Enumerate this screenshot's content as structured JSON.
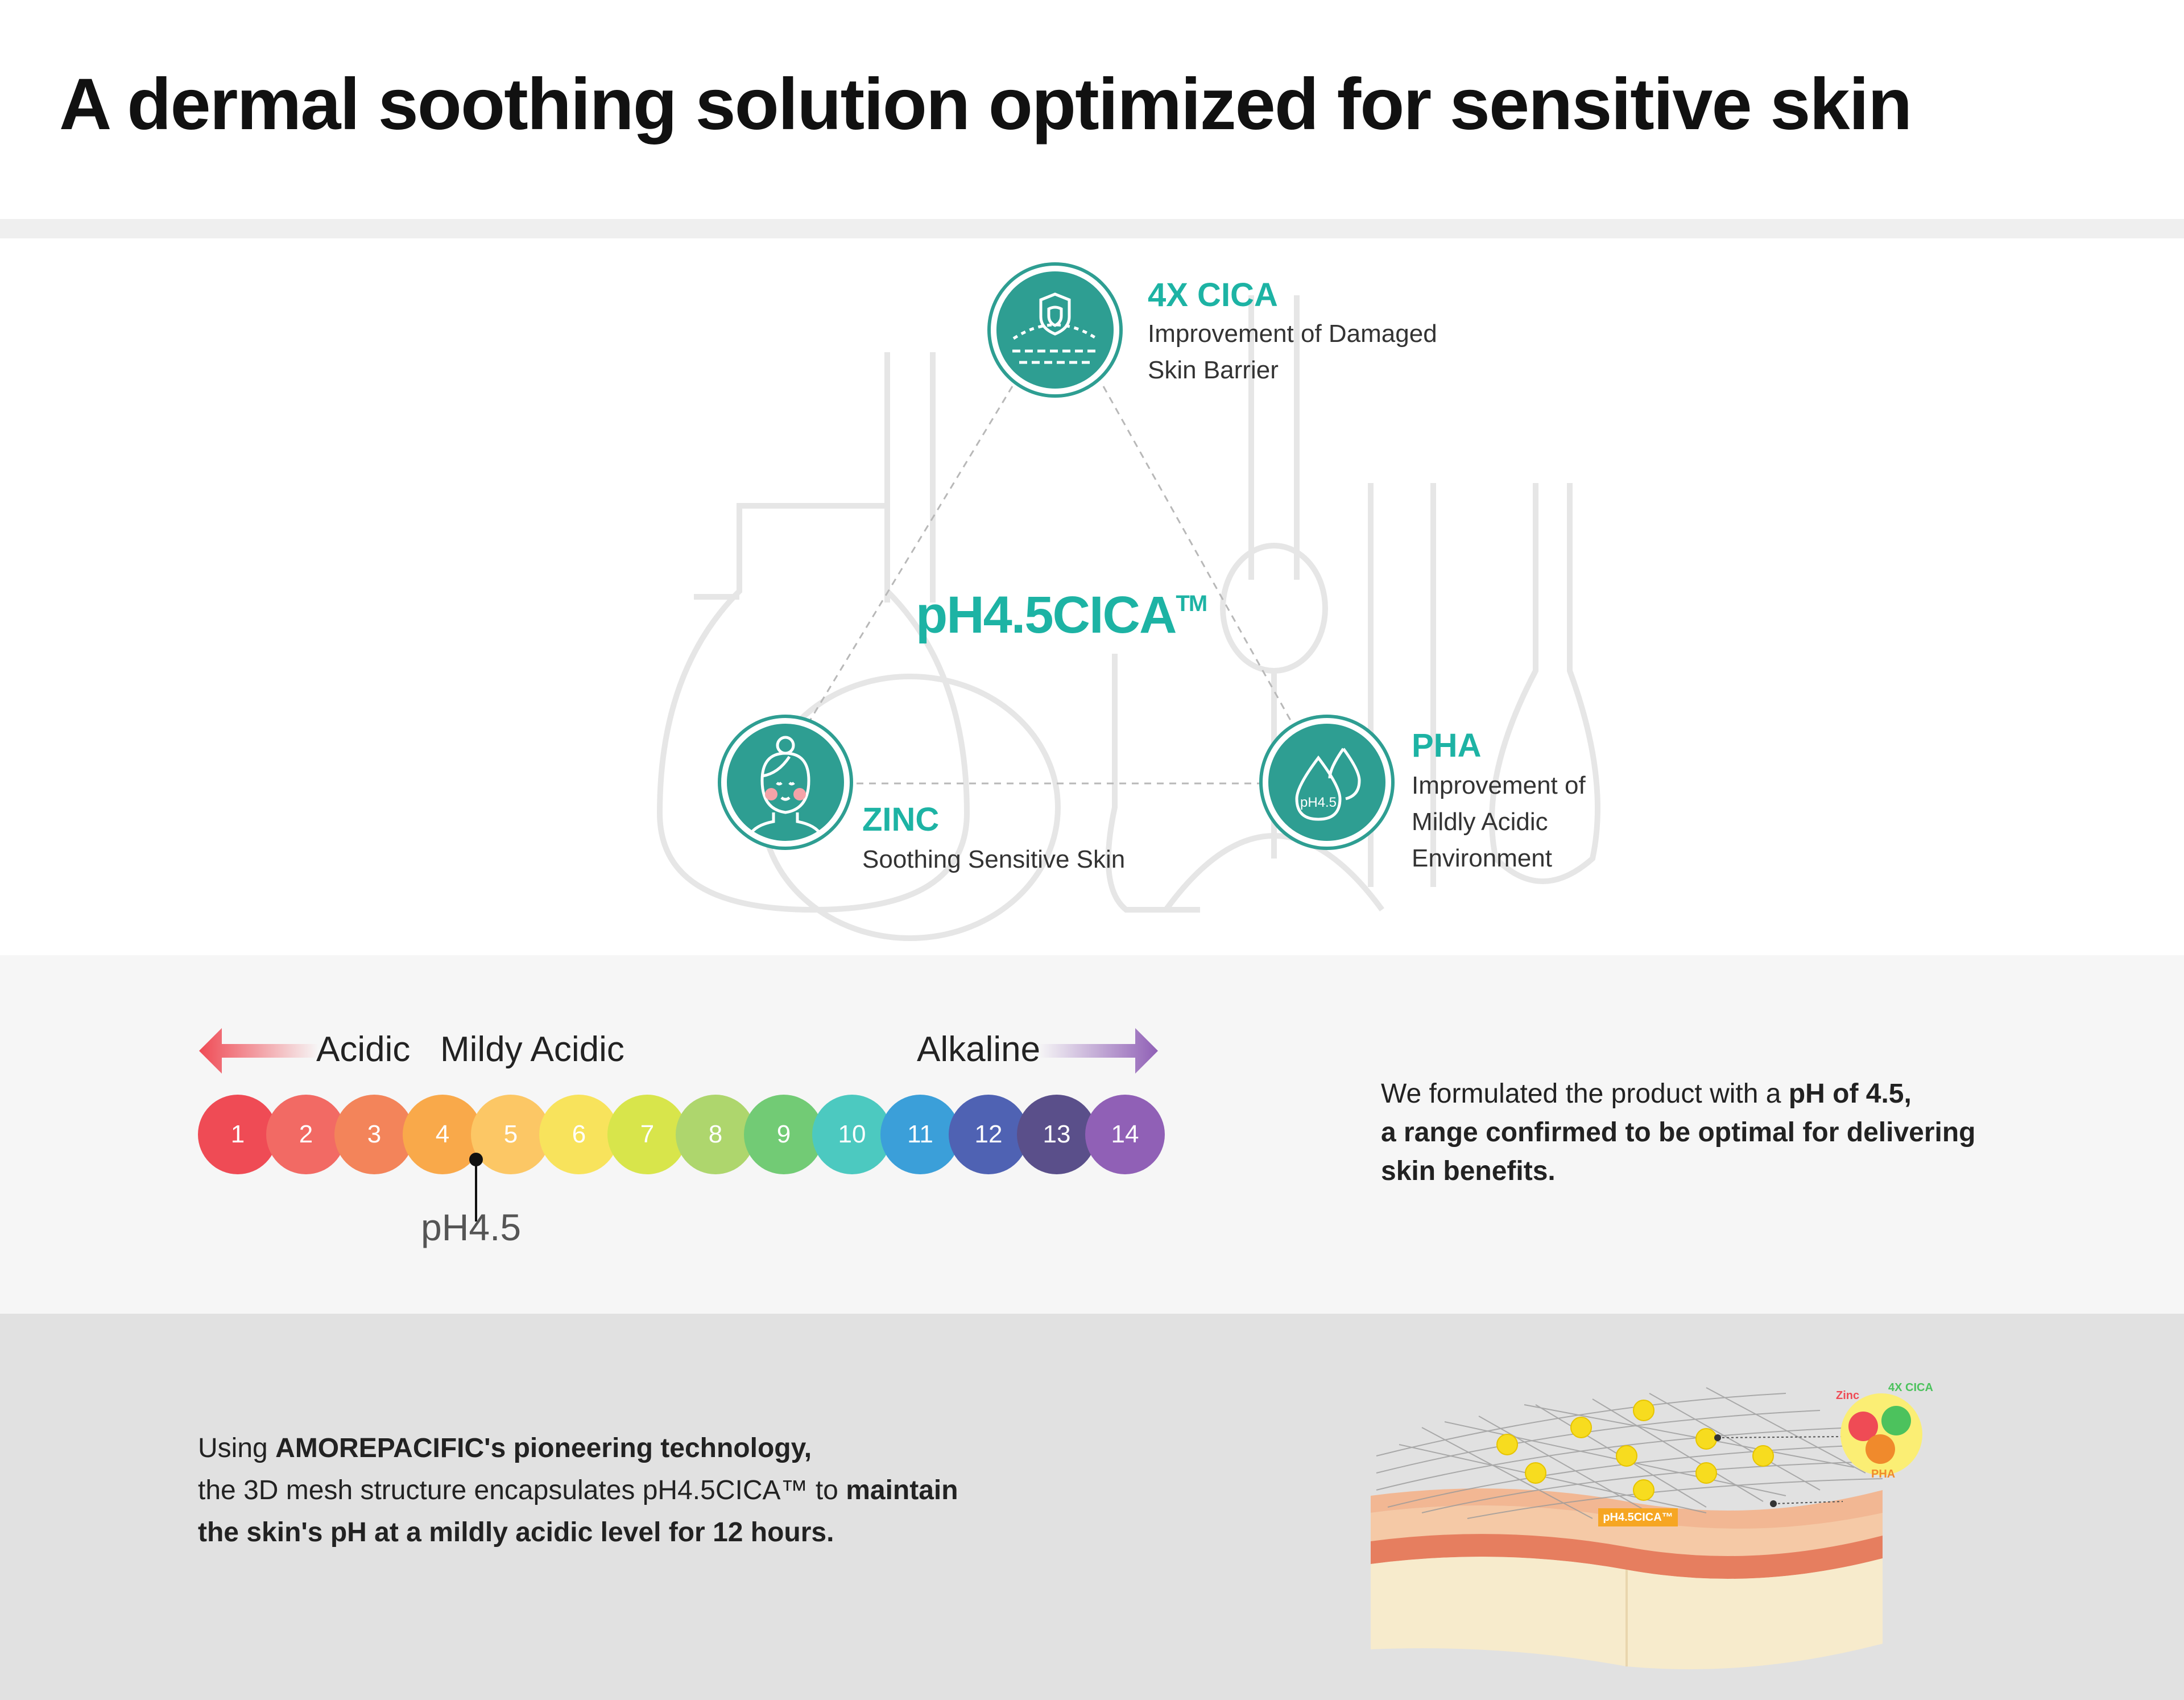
{
  "header": {
    "title": "A dermal soothing solution optimized for sensitive skin"
  },
  "ingredients": {
    "brand": "pH4.5CICA",
    "trademark": "TM",
    "items": [
      {
        "name": "4X CICA",
        "desc_line1": "Improvement of Damaged",
        "desc_line2": "Skin Barrier",
        "icon": "shield-skin-icon"
      },
      {
        "name": "ZINC",
        "desc_line1": "Soothing Sensitive Skin",
        "icon": "face-icon"
      },
      {
        "name": "PHA",
        "desc_line1": "Improvement of",
        "desc_line2": "Mildly Acidic",
        "desc_line3": "Environment",
        "icon": "drops-icon",
        "icon_label": "pH4.5"
      }
    ],
    "accent_color": "#1db3a4",
    "circle_color": "#2e9e92"
  },
  "ph_scale": {
    "label_acidic": "Acidic",
    "label_mildly_acidic": "Mildy Acidic",
    "label_alkaline": "Alkaline",
    "marker_label": "pH4.5",
    "marker_value": 4.5,
    "values": [
      "1",
      "2",
      "3",
      "4",
      "5",
      "6",
      "7",
      "8",
      "9",
      "10",
      "11",
      "12",
      "13",
      "14"
    ],
    "colors": [
      "#ef4b55",
      "#f26a64",
      "#f3845a",
      "#f9a94a",
      "#fcc765",
      "#f8e35c",
      "#d8e54b",
      "#aed66d",
      "#72cb75",
      "#4cc9c0",
      "#3b9fd9",
      "#4f62b3",
      "#5a4f8a",
      "#9060b6"
    ],
    "text_normal_1": "We formulated the product with a ",
    "text_bold_1": "pH of 4.5,",
    "text_bold_2": "a range confirmed to be optimal for delivering",
    "text_bold_3": "skin benefits."
  },
  "mesh": {
    "line1_normal": "Using ",
    "line1_bold": "AMOREPACIFIC's pioneering technology,",
    "line2_normal": "the 3D mesh structure encapsulates pH4.5CICA™ to ",
    "line2_bold": "maintain",
    "line3_bold": "the skin's pH at a mildly acidic level for 12 hours.",
    "capsule_label": "pH4.5CICA™",
    "legend_zinc": "Zinc",
    "legend_cica": "4X CICA",
    "legend_pha": "PHA"
  }
}
